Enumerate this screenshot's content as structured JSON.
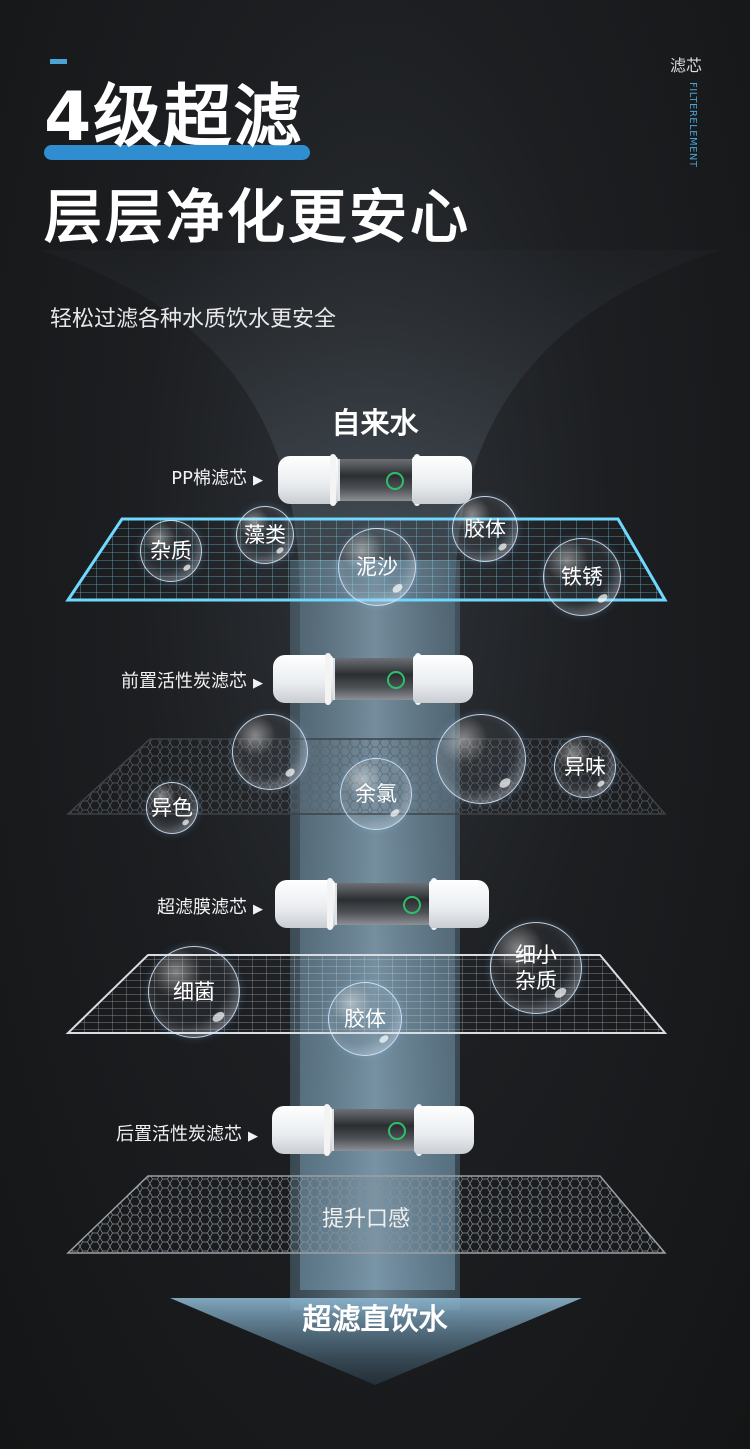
{
  "header": {
    "title_main": "4级超滤",
    "title_sub": "层层净化更安心",
    "description": "轻松过滤各种水质饮水更安全",
    "side_label": "滤芯",
    "side_vertical": "FILTERELEMENT"
  },
  "source_label": "自来水",
  "filters": [
    {
      "label": "PP棉滤芯",
      "bubbles": [
        "杂质",
        "藻类",
        "泥沙",
        "胶体",
        "铁锈"
      ]
    },
    {
      "label": "前置活性炭滤芯",
      "bubbles": [
        "异色",
        "余氯",
        "异味"
      ]
    },
    {
      "label": "超滤膜滤芯",
      "bubbles": [
        "细菌",
        "胶体",
        "细小杂质"
      ],
      "bubble_lines": [
        "细小",
        "杂质"
      ]
    },
    {
      "label": "后置活性炭滤芯",
      "effect": "提升口感"
    }
  ],
  "output_label": "超滤直饮水",
  "colors": {
    "accent": "#2f8dd0",
    "grid_cyan": "#5fd0f0",
    "background": "#1a1c1f"
  }
}
